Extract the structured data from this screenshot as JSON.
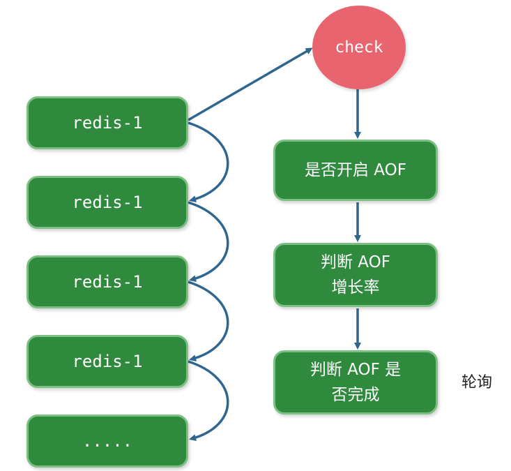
{
  "check_label": "check",
  "redis_nodes": [
    "redis-1",
    "redis-1",
    "redis-1",
    "redis-1",
    "....."
  ],
  "steps": [
    {
      "lines": [
        "是否开启 AOF"
      ]
    },
    {
      "lines": [
        "判断 AOF",
        "增长率"
      ]
    },
    {
      "lines": [
        "判断 AOF 是",
        "否完成"
      ]
    }
  ],
  "poll_label": "轮询",
  "colors": {
    "node_fill": "#2f8a3e",
    "node_border": "#7bbf83",
    "check_fill": "#e86570",
    "arrow": "#2f6690"
  }
}
